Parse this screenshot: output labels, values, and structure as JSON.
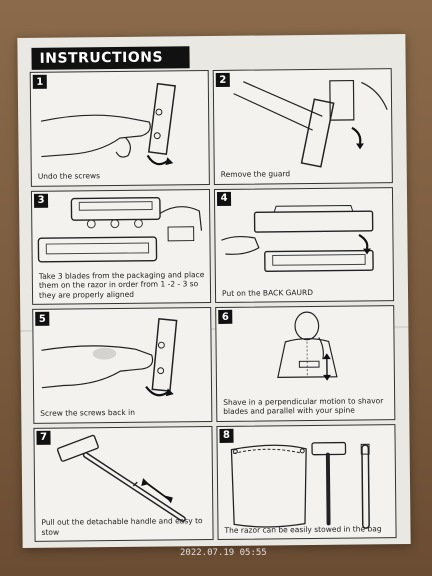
{
  "document": {
    "title": "INSTRUCTIONS",
    "steps": [
      {
        "num": "1",
        "caption": "Undo the screws"
      },
      {
        "num": "2",
        "caption": "Remove the guard"
      },
      {
        "num": "3",
        "caption": "Take 3 blades from the packaging and place them on the razor in order from 1 -2 - 3 so they are properly aligned"
      },
      {
        "num": "4",
        "caption": "Put on the BACK GAURD"
      },
      {
        "num": "5",
        "caption": "Screw the screws back in"
      },
      {
        "num": "6",
        "caption": "Shave in a perpendicular motion to shavor blades and parallel with your spine"
      },
      {
        "num": "7",
        "caption": "Pull out the detachable handle and easy to stow"
      },
      {
        "num": "8",
        "caption": "The razor can be easily stowed in the bag"
      }
    ]
  },
  "photo": {
    "timestamp": "2022.07.19 05:55"
  }
}
